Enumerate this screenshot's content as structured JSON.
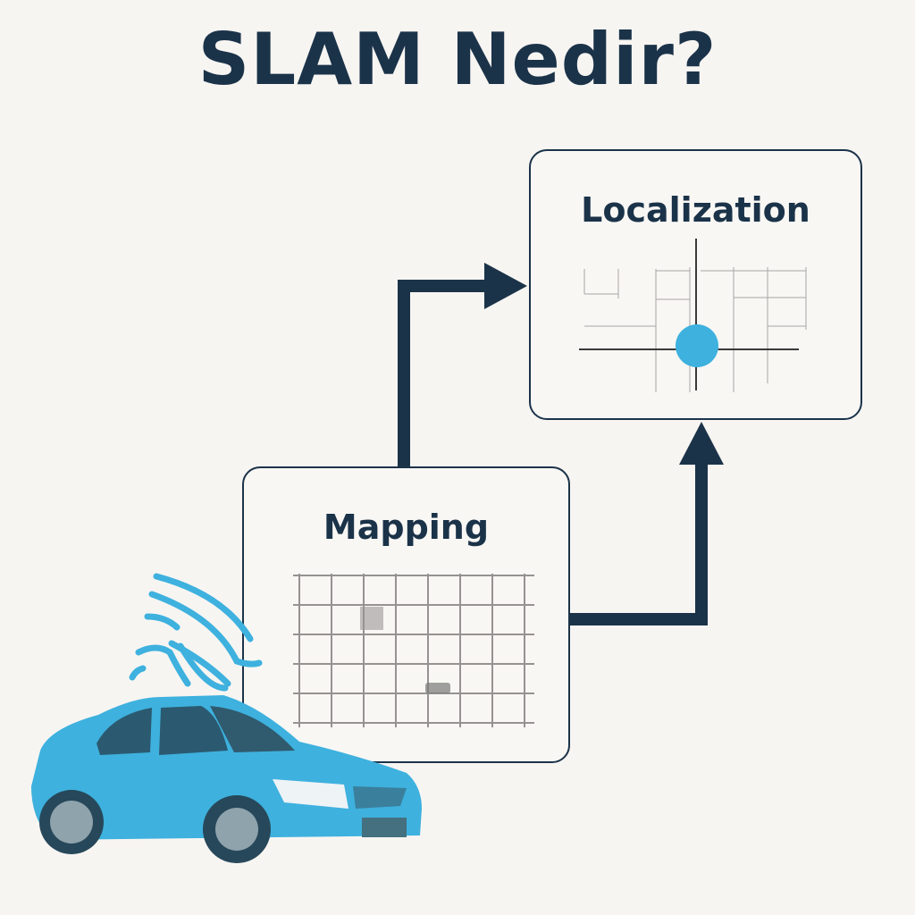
{
  "title": "SLAM Nedir?",
  "localization": {
    "label": "Localization"
  },
  "mapping": {
    "label": "Mapping"
  },
  "colors": {
    "navy": "#1b3349",
    "accent": "#3eb1de",
    "background": "#f7f5f2"
  },
  "icons": [
    "car-icon",
    "sensor-waves-icon",
    "grid-map-icon",
    "location-dot-icon",
    "arrow-icon"
  ]
}
